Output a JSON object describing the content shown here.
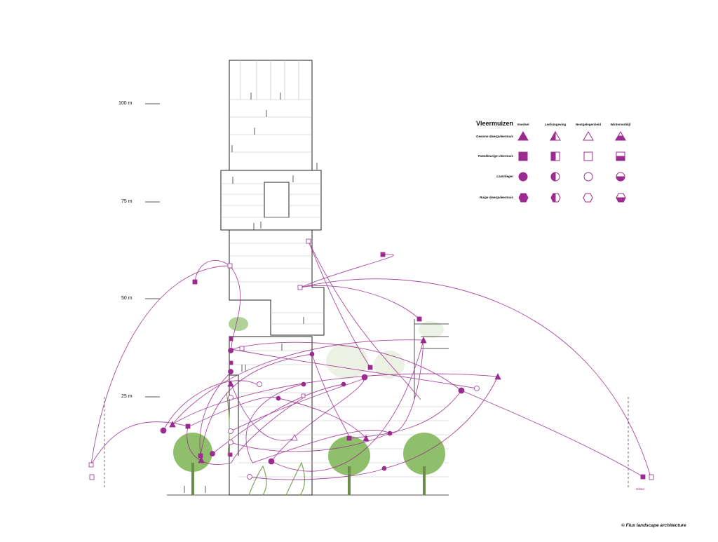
{
  "colors": {
    "accent": "#9b2b8e",
    "tree": "#8fbf6a",
    "building_line": "#222222"
  },
  "elevation_labels": [
    "100 m",
    "75 m",
    "50 m",
    "25 m"
  ],
  "legend": {
    "title": "Vleermuizen",
    "columns": [
      "Voedsel",
      "Leefomgeving",
      "Nestgelegenheid",
      "Winterverblijf"
    ],
    "rows": [
      {
        "label": "Gewone dwergvleermuis",
        "shape": "triangle"
      },
      {
        "label": "Tweekleurige vleermuis",
        "shape": "square"
      },
      {
        "label": "Laatvlieger",
        "shape": "circle"
      },
      {
        "label": "Ruige dwergvleermuis",
        "shape": "hexagon"
      }
    ]
  },
  "side_label": "Gilted",
  "credit": "© Flux landscape architecture"
}
